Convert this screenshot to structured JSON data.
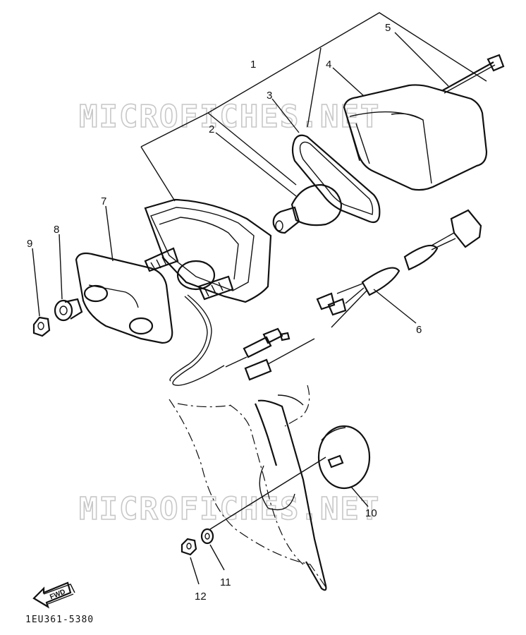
{
  "callouts": {
    "c1": "1",
    "c2": "2",
    "c3": "3",
    "c4": "4",
    "c5": "5",
    "c6": "6",
    "c7": "7",
    "c8": "8",
    "c9": "9",
    "c10": "10",
    "c11": "11",
    "c12": "12"
  },
  "watermark": {
    "top": "MICROFICHES.NET",
    "bottom": "MICROFICHES.NET"
  },
  "fwd_label": "FWD",
  "reference_code": "1EU361-5380",
  "icons": {
    "direction_arrow": "fwd-arrow-icon"
  }
}
